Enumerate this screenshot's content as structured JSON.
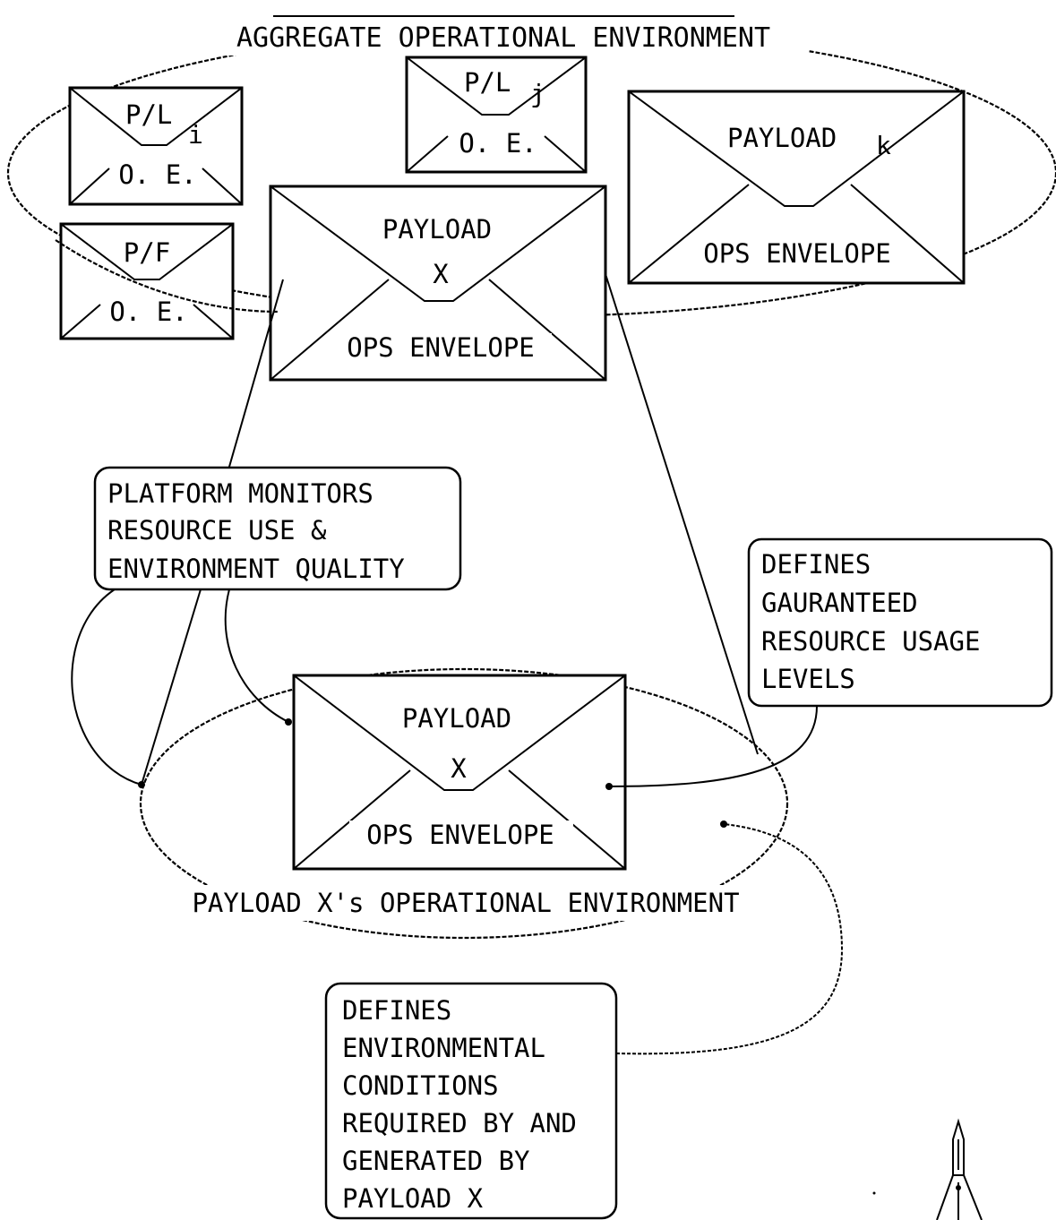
{
  "aggregate": {
    "title": "AGGREGATE OPERATIONAL ENVIRONMENT"
  },
  "pli": {
    "line1": "P/L",
    "subscript": "i",
    "line2": "O. E."
  },
  "plj": {
    "line1": "P/L",
    "subscript": "j",
    "line2": "O. E."
  },
  "pf": {
    "line1": "P/F",
    "line2": "O. E."
  },
  "payload_k": {
    "line1": "PAYLOAD",
    "subscript": "k",
    "line2": "OPS ENVELOPE"
  },
  "payload_x_top": {
    "line1": "PAYLOAD",
    "line2": "X",
    "line3": "OPS ENVELOPE"
  },
  "payload_x_bottom": {
    "line1": "PAYLOAD",
    "line2": "X",
    "line3": "OPS ENVELOPE"
  },
  "payload_x_env": {
    "title": "PAYLOAD X's OPERATIONAL ENVIRONMENT"
  },
  "note_monitor": {
    "lines": [
      "PLATFORM MONITORS",
      "RESOURCE USE &",
      "ENVIRONMENT QUALITY"
    ]
  },
  "note_guaranteed": {
    "lines": [
      "DEFINES",
      "GAURANTEED",
      "RESOURCE USAGE",
      "LEVELS"
    ]
  },
  "note_conditions": {
    "lines": [
      "DEFINES",
      "ENVIRONMENTAL",
      "CONDITIONS",
      "REQUIRED BY AND",
      "GENERATED BY",
      "PAYLOAD X"
    ]
  }
}
